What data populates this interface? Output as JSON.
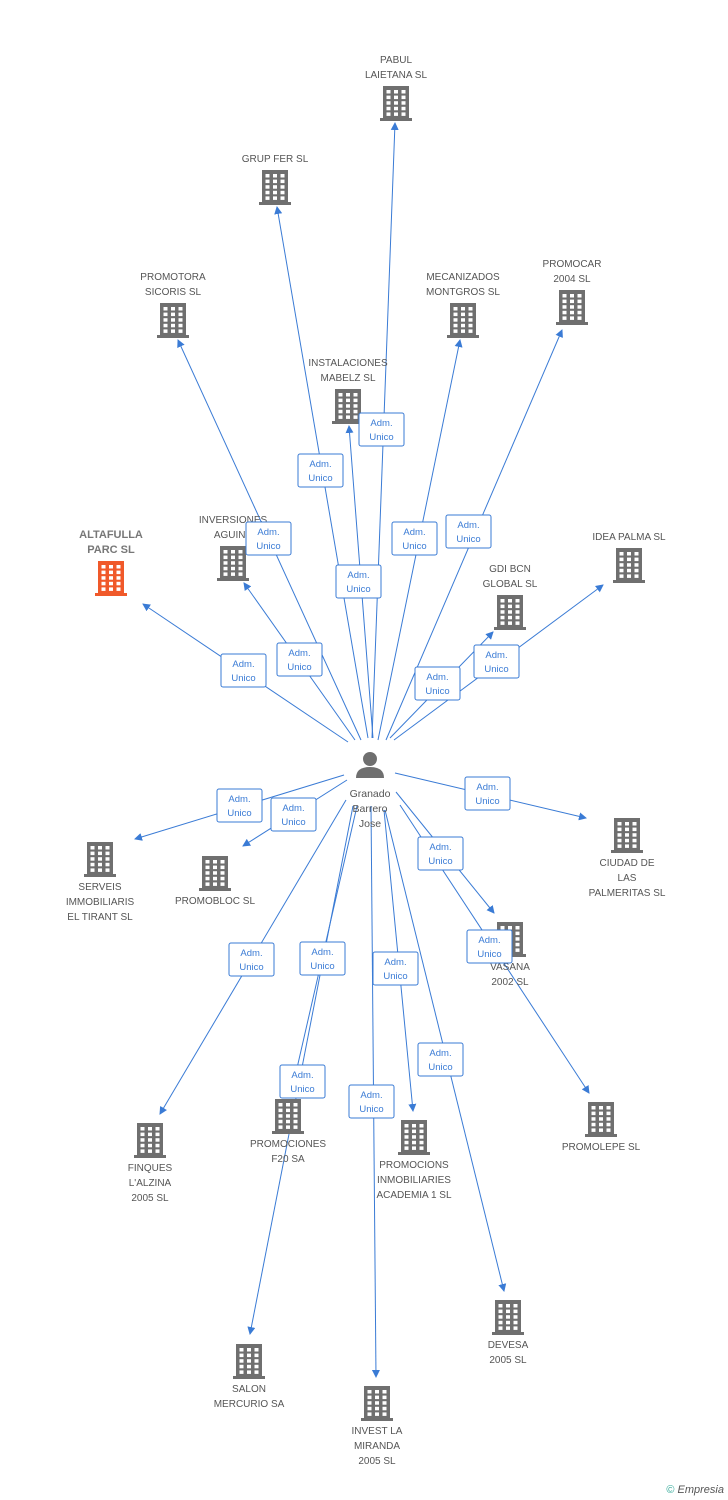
{
  "colors": {
    "edge": "#3a7bd5",
    "building": "#6f6f6f",
    "building_highlight": "#f0592a",
    "label": "#555555"
  },
  "person": {
    "icon": "person-icon",
    "name_lines": [
      "Granado",
      "Barrero",
      "Jose"
    ]
  },
  "relation_label_lines": [
    "Adm.",
    "Unico"
  ],
  "companies": [
    {
      "id": "pabul",
      "lines": [
        "PABUL",
        "LAIETANA SL"
      ],
      "highlight": false
    },
    {
      "id": "grup-fer",
      "lines": [
        "GRUP FER SL"
      ],
      "highlight": false
    },
    {
      "id": "promotora-sicoris",
      "lines": [
        "PROMOTORA",
        "SICORIS SL"
      ],
      "highlight": false
    },
    {
      "id": "mecanizados-montgros",
      "lines": [
        "MECANIZADOS",
        "MONTGROS SL"
      ],
      "highlight": false
    },
    {
      "id": "promocar",
      "lines": [
        "PROMOCAR",
        "2004 SL"
      ],
      "highlight": false
    },
    {
      "id": "instalaciones-mabelz",
      "lines": [
        "INSTALACIONES",
        "MABELZ SL"
      ],
      "highlight": false
    },
    {
      "id": "altafulla-parc",
      "lines": [
        "ALTAFULLA",
        "PARC SL"
      ],
      "highlight": true
    },
    {
      "id": "inversiones-aguina",
      "lines": [
        "INVERSIONES",
        "AGUINA"
      ],
      "highlight": false
    },
    {
      "id": "idea-palma",
      "lines": [
        "IDEA PALMA SL"
      ],
      "highlight": false
    },
    {
      "id": "gdi-bcn",
      "lines": [
        "GDI BCN",
        "GLOBAL SL"
      ],
      "highlight": false
    },
    {
      "id": "serveis-immobiliaris",
      "lines": [
        "SERVEIS",
        "IMMOBILIARIS",
        "EL TIRANT SL"
      ],
      "highlight": false
    },
    {
      "id": "promobloc",
      "lines": [
        "PROMOBLOC SL"
      ],
      "highlight": false
    },
    {
      "id": "ciudad-palmeritas",
      "lines": [
        "CIUDAD DE",
        "LAS",
        "PALMERITAS SL"
      ],
      "highlight": false
    },
    {
      "id": "vasana",
      "lines": [
        "VASANA",
        "2002 SL"
      ],
      "highlight": false
    },
    {
      "id": "finques-alzina",
      "lines": [
        "FINQUES",
        "L'ALZINA",
        "2005 SL"
      ],
      "highlight": false
    },
    {
      "id": "promociones-f20",
      "lines": [
        "PROMOCIONES",
        "F20 SA"
      ],
      "highlight": false
    },
    {
      "id": "promocions-academia",
      "lines": [
        "PROMOCIONS",
        "INMOBILIARIES",
        "ACADEMIA 1 SL"
      ],
      "highlight": false
    },
    {
      "id": "promolepe",
      "lines": [
        "PROMOLEPE SL"
      ],
      "highlight": false
    },
    {
      "id": "salon-mercurio",
      "lines": [
        "SALON",
        "MERCURIO SA"
      ],
      "highlight": false
    },
    {
      "id": "invest-miranda",
      "lines": [
        "INVEST LA",
        "MIRANDA",
        "2005 SL"
      ],
      "highlight": false
    },
    {
      "id": "devesa",
      "lines": [
        "DEVESA",
        "2005 SL"
      ],
      "highlight": false
    }
  ],
  "credit": {
    "symbol": "©",
    "brand": "Empresia"
  }
}
